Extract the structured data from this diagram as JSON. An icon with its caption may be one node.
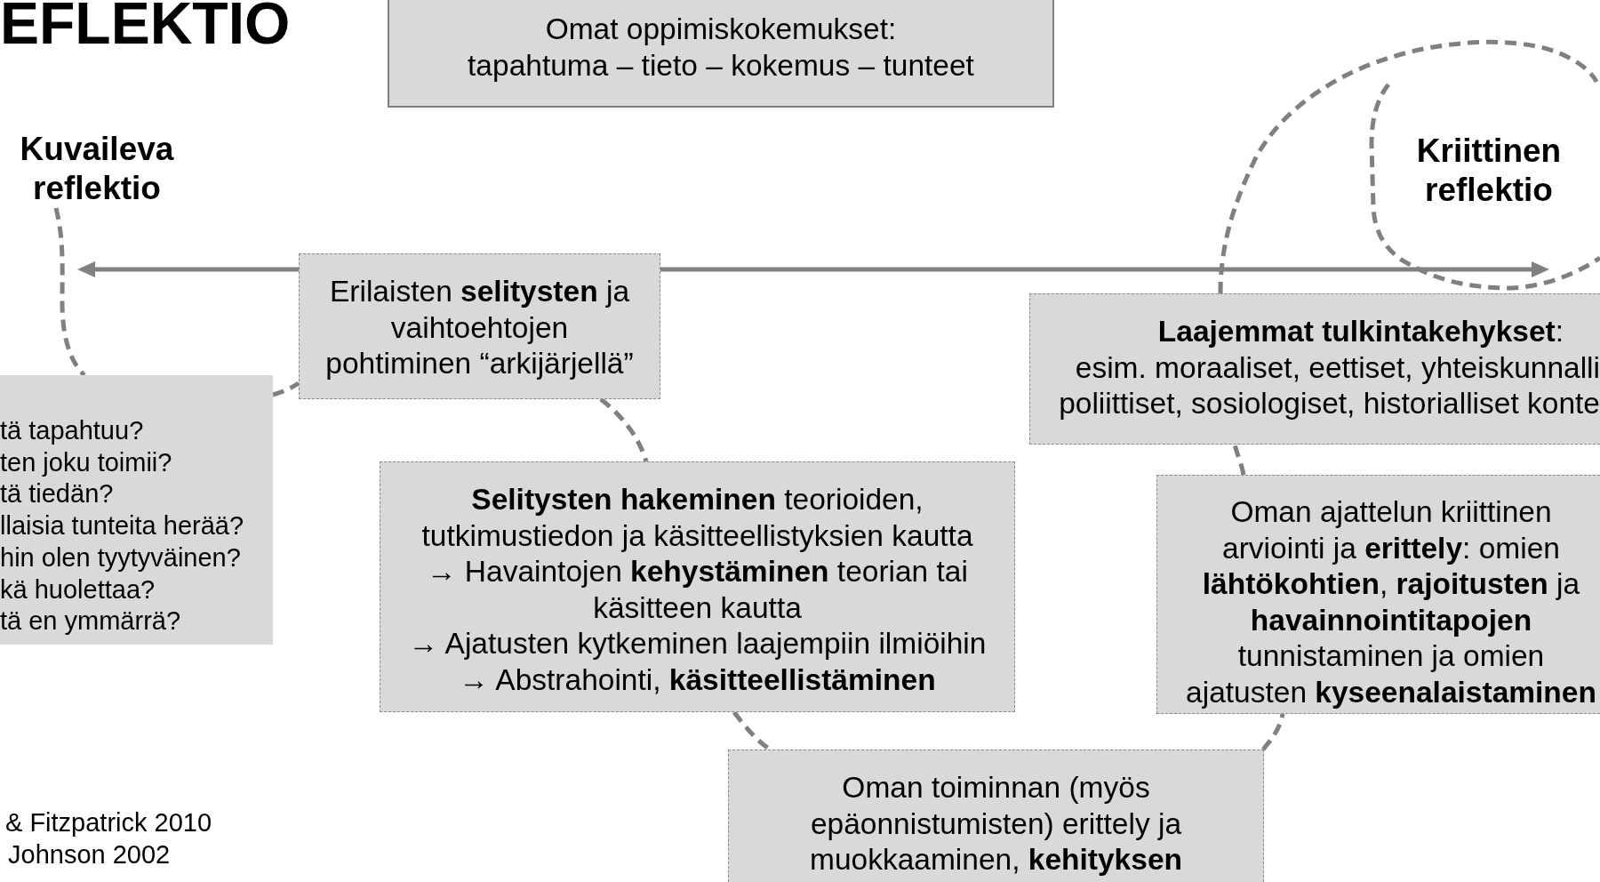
{
  "diagram": {
    "title": "EFLEKTIO",
    "nodes": [
      {
        "text": [
          "Omat oppimiskokemukset:",
          "tapahtuma – tieto – kokemus – tunteet"
        ]
      },
      {
        "text": [
          "Kuvaileva reflektio"
        ]
      },
      {
        "text": [
          "Kriittinen reflektio"
        ]
      },
      {
        "text": [
          "Erilaisten **selitysten** ja vaihtoehtojen pohtiminen “arkijärjellä”"
        ]
      },
      {
        "text": [
          "**Laajemmat tulkintakehykset**:",
          "esim. moraaliset, eettiset, yhteiskunnalli poliittiset, sosiologiset, historialliset konte"
        ]
      },
      {
        "text": [
          "tä tapahtuu?",
          "ten joku toimii?",
          "tä tiedän?",
          "llaisia tunteita herää?",
          "hin olen tyytyväinen?",
          "kä huolettaa?",
          "tä en ymmärrä?"
        ]
      },
      {
        "text": [
          "**Selitysten hakeminen** teorioiden, tutkimustiedon ja käsitteellistyksien kautta",
          "→ Havaintojen **kehystäminen** teorian tai käsitteen kautta",
          "→ Ajatusten kytkeminen laajempiin ilmiöihin",
          "→ Abstrahointi, **käsitteellistäminen**"
        ]
      },
      {
        "text": [
          "Oman ajattelun kriittinen arviointi ja **erittely**: omien **lähtökohtien**, **rajoitusten** ja **havainnointitapojen** tunnistaminen ja omien ajatusten **kyseenalaistaminen**"
        ]
      },
      {
        "text": [
          "Oman toiminnan (myös epäonnistumisten) erittely ja muokkaaminen, **kehityksen**"
        ]
      }
    ],
    "edges": [
      {
        "from": 1,
        "to": 5,
        "arrow": "none",
        "style": "dashed"
      },
      {
        "from": 5,
        "to": 3,
        "arrow": "none",
        "style": "dashed"
      },
      {
        "from": 3,
        "to": 6,
        "arrow": "none",
        "style": "dashed"
      },
      {
        "from": 6,
        "to": 8,
        "arrow": "none",
        "style": "dashed"
      },
      {
        "from": 8,
        "to": 7,
        "arrow": "none",
        "style": "dashed"
      },
      {
        "from": 7,
        "to": 4,
        "arrow": "none",
        "style": "dashed"
      },
      {
        "from": 4,
        "to": 2,
        "arrow": "none",
        "style": "dashed"
      }
    ],
    "labels": [
      "& Fitzpatrick 2010",
      "Johnson 2002"
    ]
  }
}
